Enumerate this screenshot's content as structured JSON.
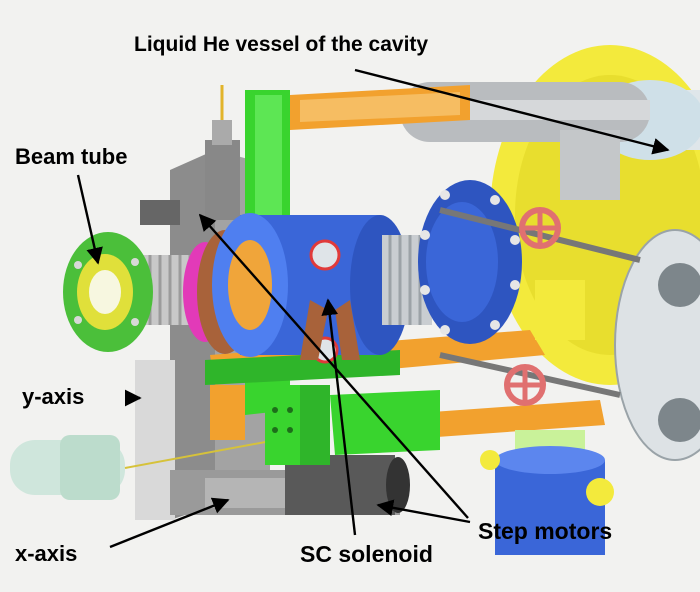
{
  "labels": {
    "liquid_he": "Liquid He vessel of the cavity",
    "beam_tube": "Beam tube",
    "y_axis": "y-axis",
    "x_axis": "x-axis",
    "step_motors": "Step motors",
    "sc_solenoid": "SC solenoid"
  },
  "colors": {
    "background": "#f2f2f0",
    "steel_blue": "#3a66d8",
    "green_frame": "#39d42e",
    "orange_rail": "#f2a12e",
    "yellow_vessel": "#f3ea3c",
    "magenta_ring": "#e23ab8",
    "copper": "#a8623a",
    "grey_stage": "#8c8c8c",
    "arrow": "#000000"
  }
}
